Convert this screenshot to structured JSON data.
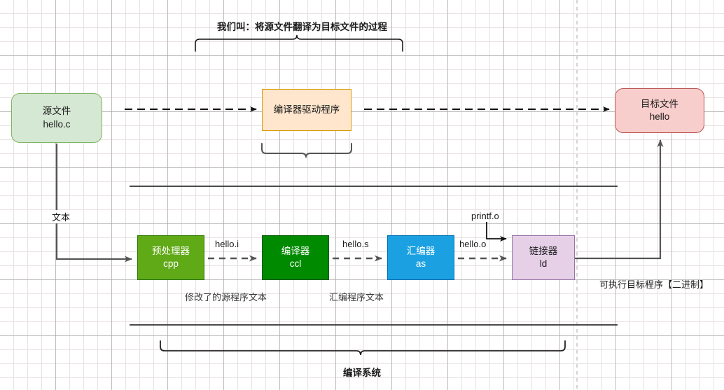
{
  "diagram": {
    "title": "我们叫：将源文件翻译为目标文件的过程",
    "bottom_brace_label": "编译系统",
    "background": "#ffffff",
    "grid": "on"
  },
  "nodes": {
    "source": {
      "line1": "源文件",
      "line2": "hello.c",
      "fill": "#D5E8D4",
      "stroke": "#82B366"
    },
    "driver": {
      "line1": "编译器驱动程序",
      "line2": "",
      "fill": "#FFE6CC",
      "stroke": "#D79B00"
    },
    "target": {
      "line1": "目标文件",
      "line2": "hello",
      "fill": "#F8CECC",
      "stroke": "#B85450"
    },
    "preprocessor": {
      "line1": "预处理器",
      "line2": "cpp",
      "fill": "#60A917",
      "stroke": "#2D7600"
    },
    "compiler": {
      "line1": "编译器",
      "line2": "ccl",
      "fill": "#008A00",
      "stroke": "#005700"
    },
    "assembler": {
      "line1": "汇编器",
      "line2": "as",
      "fill": "#1BA1E2",
      "stroke": "#006EAF"
    },
    "linker": {
      "line1": "链接器",
      "line2": "ld",
      "fill": "#E6D0E8",
      "stroke": "#9673A6"
    }
  },
  "edge_labels": {
    "text_left": "文本",
    "hello_i": "hello.i",
    "hello_s": "hello.s",
    "hello_o": "hello.o",
    "printf_o": "printf.o",
    "modified_source_text": "修改了的源程序文本",
    "assembly_text": "汇编程序文本",
    "executable_binary": "可执行目标程序【二进制】"
  }
}
